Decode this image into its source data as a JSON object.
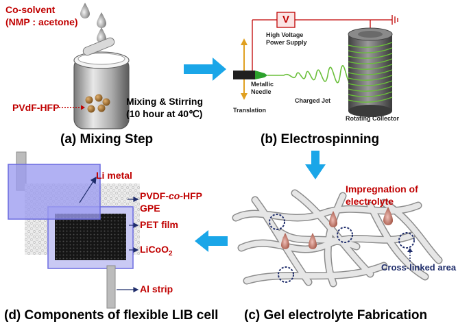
{
  "panel_a": {
    "cosolvent_line1": "Co-solvent",
    "cosolvent_line2": "(NMP : acetone)",
    "polymer": "PVdF-HFP",
    "process_line1": "Mixing & Stirring",
    "process_line2": "(10 hour at 40℃)",
    "caption": "(a) Mixing Step"
  },
  "panel_b": {
    "voltage_symbol": "V",
    "power_line1": "High Voltage",
    "power_line2": "Power Supply",
    "needle_line1": "Metallic",
    "needle_line2": "Needle",
    "translation": "Translation",
    "jet": "Charged Jet",
    "collector": "Rotating Collector",
    "caption": "(b) Electrospinning"
  },
  "panel_c": {
    "impregnation_line1": "Impregnation of",
    "impregnation_line2": "electrolyte",
    "crosslinked": "Cross-linked area",
    "caption": "(c) Gel electrolyte Fabrication"
  },
  "panel_d": {
    "li_metal": "Li metal",
    "gpe_line1_a": "PVDF-",
    "gpe_line1_b": "co",
    "gpe_line1_c": "-HFP",
    "gpe_line2": "GPE",
    "pet": "PET film",
    "licoo2_a": "LiCoO",
    "licoo2_sub": "2",
    "al": "Al strip",
    "caption": "(d) Components of flexible LIB cell"
  },
  "colors": {
    "label_red": "#c00000",
    "arrow_blue": "#1aa6e8",
    "label_navy": "#1f2d6b",
    "coil_green": "#6abf3a",
    "li_purple": "#9b9bf0"
  }
}
